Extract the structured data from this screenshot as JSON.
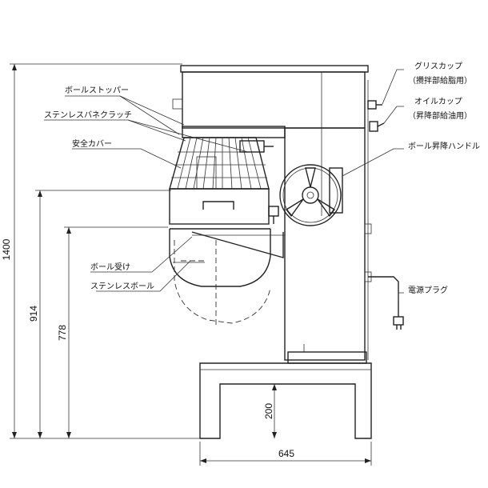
{
  "labels": {
    "bowl_stopper": "ボールストッパー",
    "stainless_spring_clutch": "ステンレスバネクラッチ",
    "safety_cover": "安全カバー",
    "bowl_holder": "ボール受け",
    "stainless_bowl": "ステンレスボール",
    "grease_cup": "グリスカップ",
    "grease_cup_note": "（攪拌部給脂用）",
    "oil_cup": "オイルカップ",
    "oil_cup_note": "（昇降部給油用）",
    "bowl_lift_handle": "ボール昇降ハンドル",
    "power_plug": "電源プラグ"
  },
  "dimensions": {
    "total_height": "1400",
    "height_914": "914",
    "height_778": "778",
    "base_height": "200",
    "base_width": "645"
  }
}
